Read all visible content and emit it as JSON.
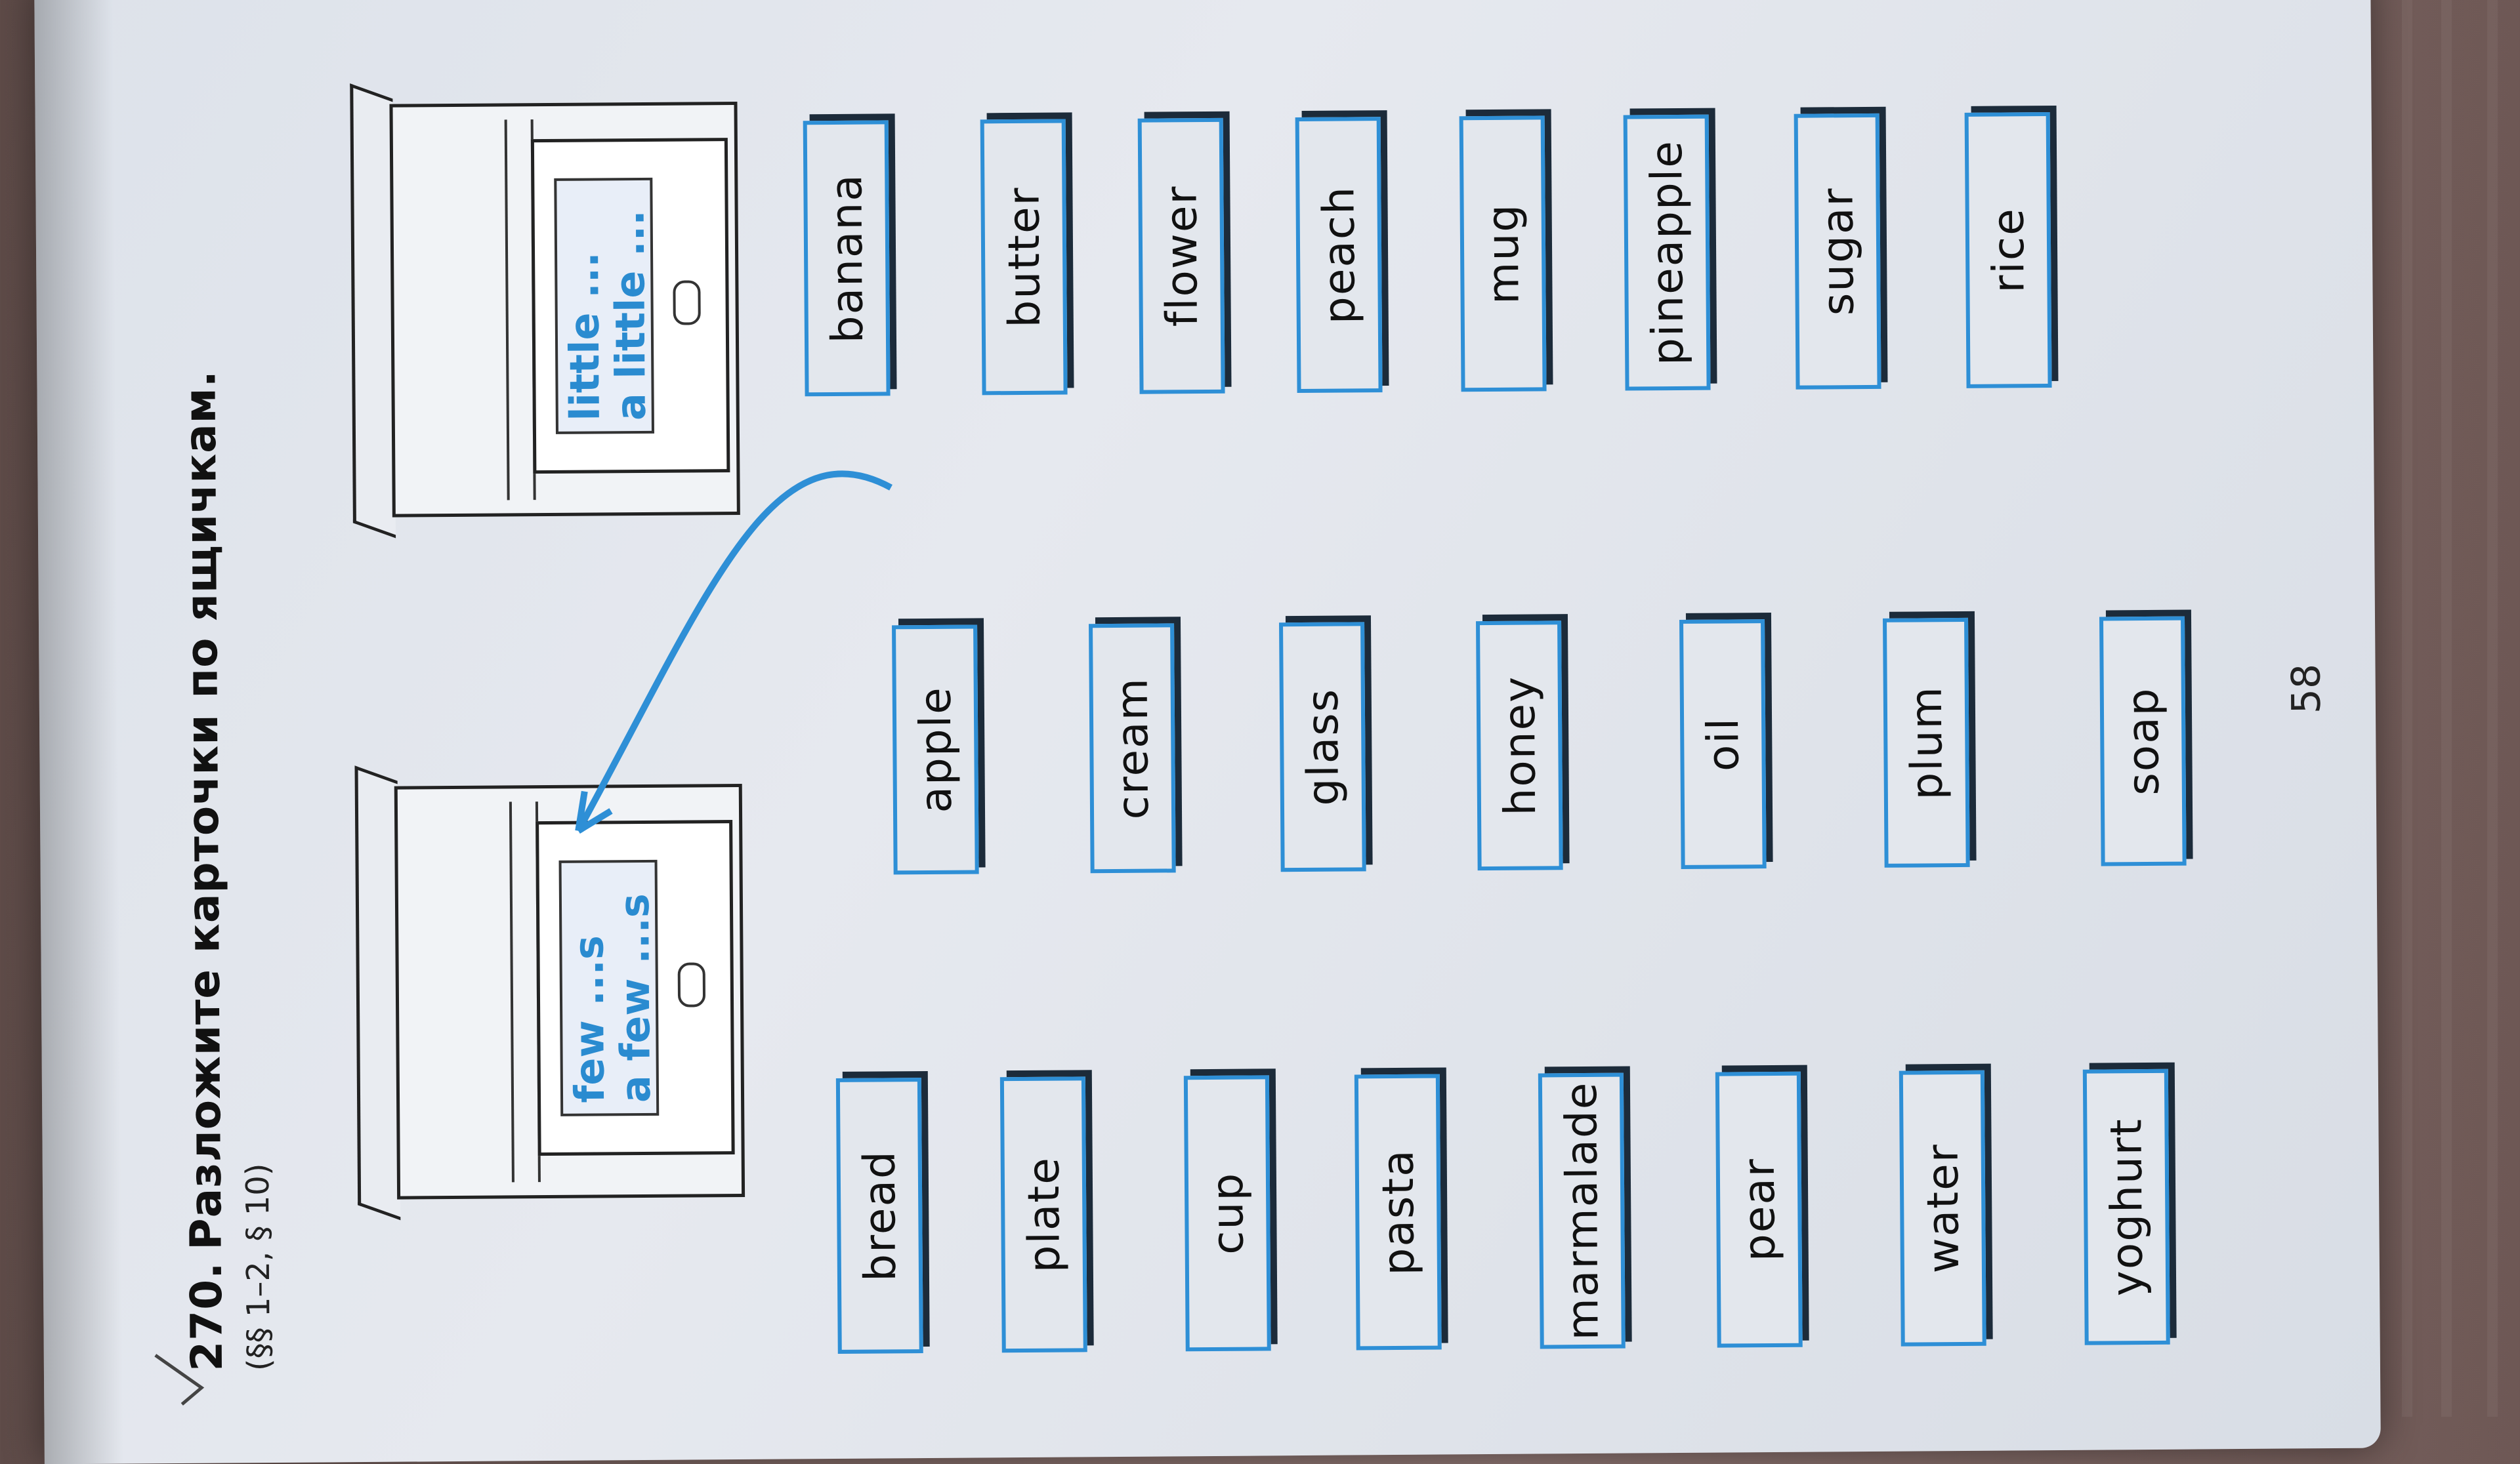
{
  "exercise": {
    "number": "270.",
    "instruction": "Разложите карточки по ящичкам.",
    "reference": "(§§ 1–2,  § 10)"
  },
  "boxes": [
    {
      "line1": "few ...s",
      "line2": "a few ...s"
    },
    {
      "line1": "little ...",
      "line2": "a little ..."
    }
  ],
  "cards": {
    "col1": [
      "bread",
      "plate",
      "cup",
      "pasta",
      "marmalade",
      "pear",
      "water",
      "yoghurt"
    ],
    "col2": [
      "apple",
      "cream",
      "glass",
      "honey",
      "oil",
      "plum",
      "soap"
    ],
    "col3": [
      "banana",
      "butter",
      "flower",
      "peach",
      "mug",
      "pineapple",
      "sugar",
      "rice"
    ]
  },
  "page_number": "58",
  "colors": {
    "accent": "#2e8fd6",
    "card_bg": "#e3e7ed",
    "page_bg": "#e2e6ec"
  }
}
